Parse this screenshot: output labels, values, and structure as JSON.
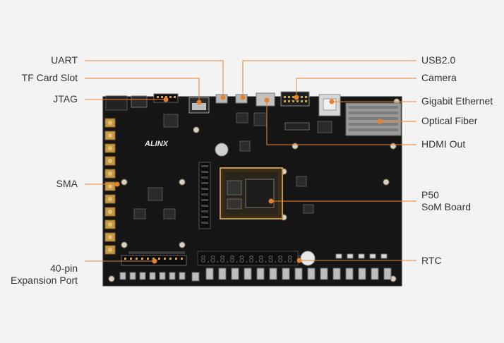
{
  "board": {
    "brand": "ALINX",
    "seven_segment_text": "8.8.8.8.8.8.8.8.8.8.8.8."
  },
  "labels": {
    "uart": "UART",
    "tf_card_slot": "TF Card Slot",
    "jtag": "JTAG",
    "sma": "SMA",
    "expansion_port_line1": "40-pin",
    "expansion_port_line2": "Expansion Port",
    "usb": "USB2.0",
    "camera": "Camera",
    "gigabit_ethernet": "Gigabit Ethernet",
    "optical_fiber": "Optical Fiber",
    "hdmi_out": "HDMI Out",
    "som_line1": "P50",
    "som_line2": "SoM Board",
    "rtc": "RTC"
  },
  "colors": {
    "background": "#f3f3f3",
    "pcb": "#141414",
    "callout": "#e8822a",
    "label_text": "#333333"
  }
}
